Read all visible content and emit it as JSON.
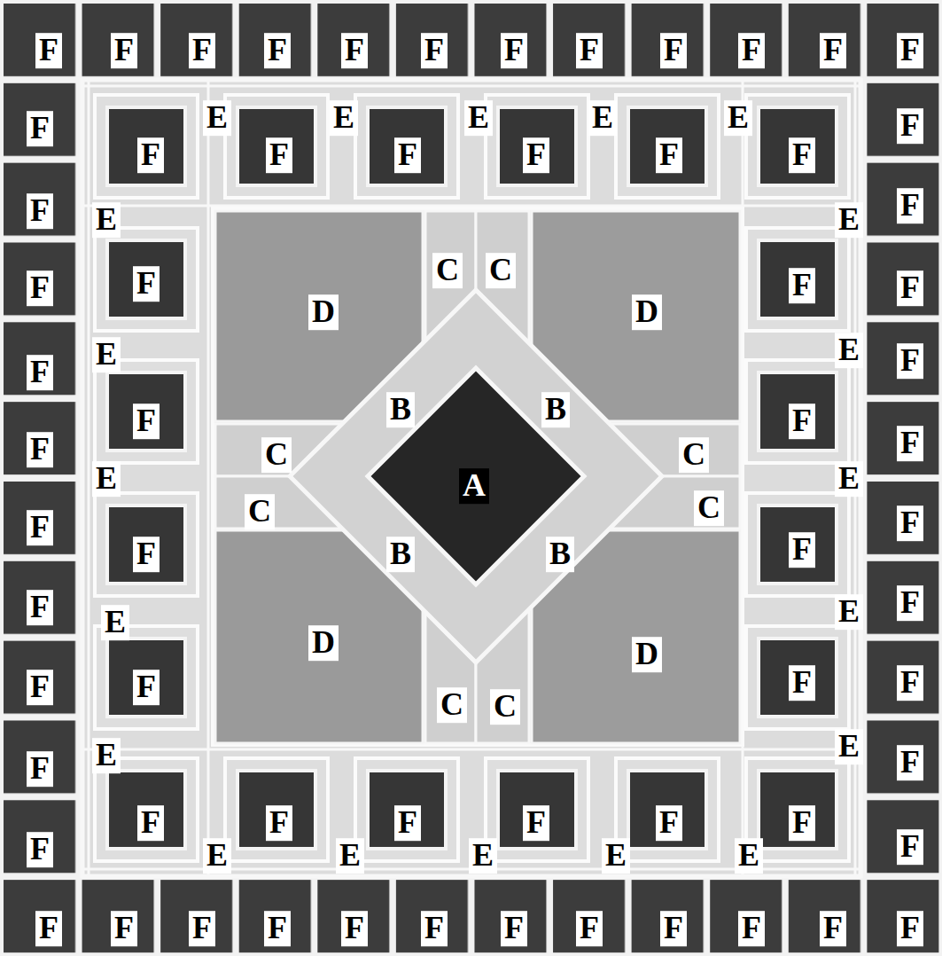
{
  "diagram": {
    "labels": [
      "F",
      "F",
      "F",
      "F",
      "F",
      "F",
      "F",
      "F",
      "F",
      "F",
      "F",
      "F",
      "F",
      "F",
      "F",
      "F",
      "F",
      "F",
      "F",
      "F",
      "F",
      "F",
      "F",
      "F",
      "F",
      "F",
      "F",
      "F",
      "F",
      "F",
      "F",
      "F",
      "F",
      "F",
      "F",
      "F",
      "F",
      "F",
      "F",
      "F",
      "F",
      "F",
      "F",
      "F",
      "F",
      "F",
      "F",
      "F",
      "F",
      "F",
      "F",
      "F",
      "F",
      "F",
      "F",
      "F",
      "F",
      "F",
      "F",
      "F",
      "F",
      "F",
      "F",
      "F",
      "E",
      "E",
      "E",
      "E",
      "E",
      "E",
      "E",
      "E",
      "E",
      "E",
      "E",
      "E",
      "E",
      "E",
      "E",
      "E",
      "E",
      "E",
      "E",
      "E",
      "D",
      "D",
      "D",
      "D",
      "C",
      "C",
      "C",
      "C",
      "C",
      "C",
      "C",
      "C",
      "B",
      "B",
      "B",
      "B",
      "A"
    ]
  }
}
